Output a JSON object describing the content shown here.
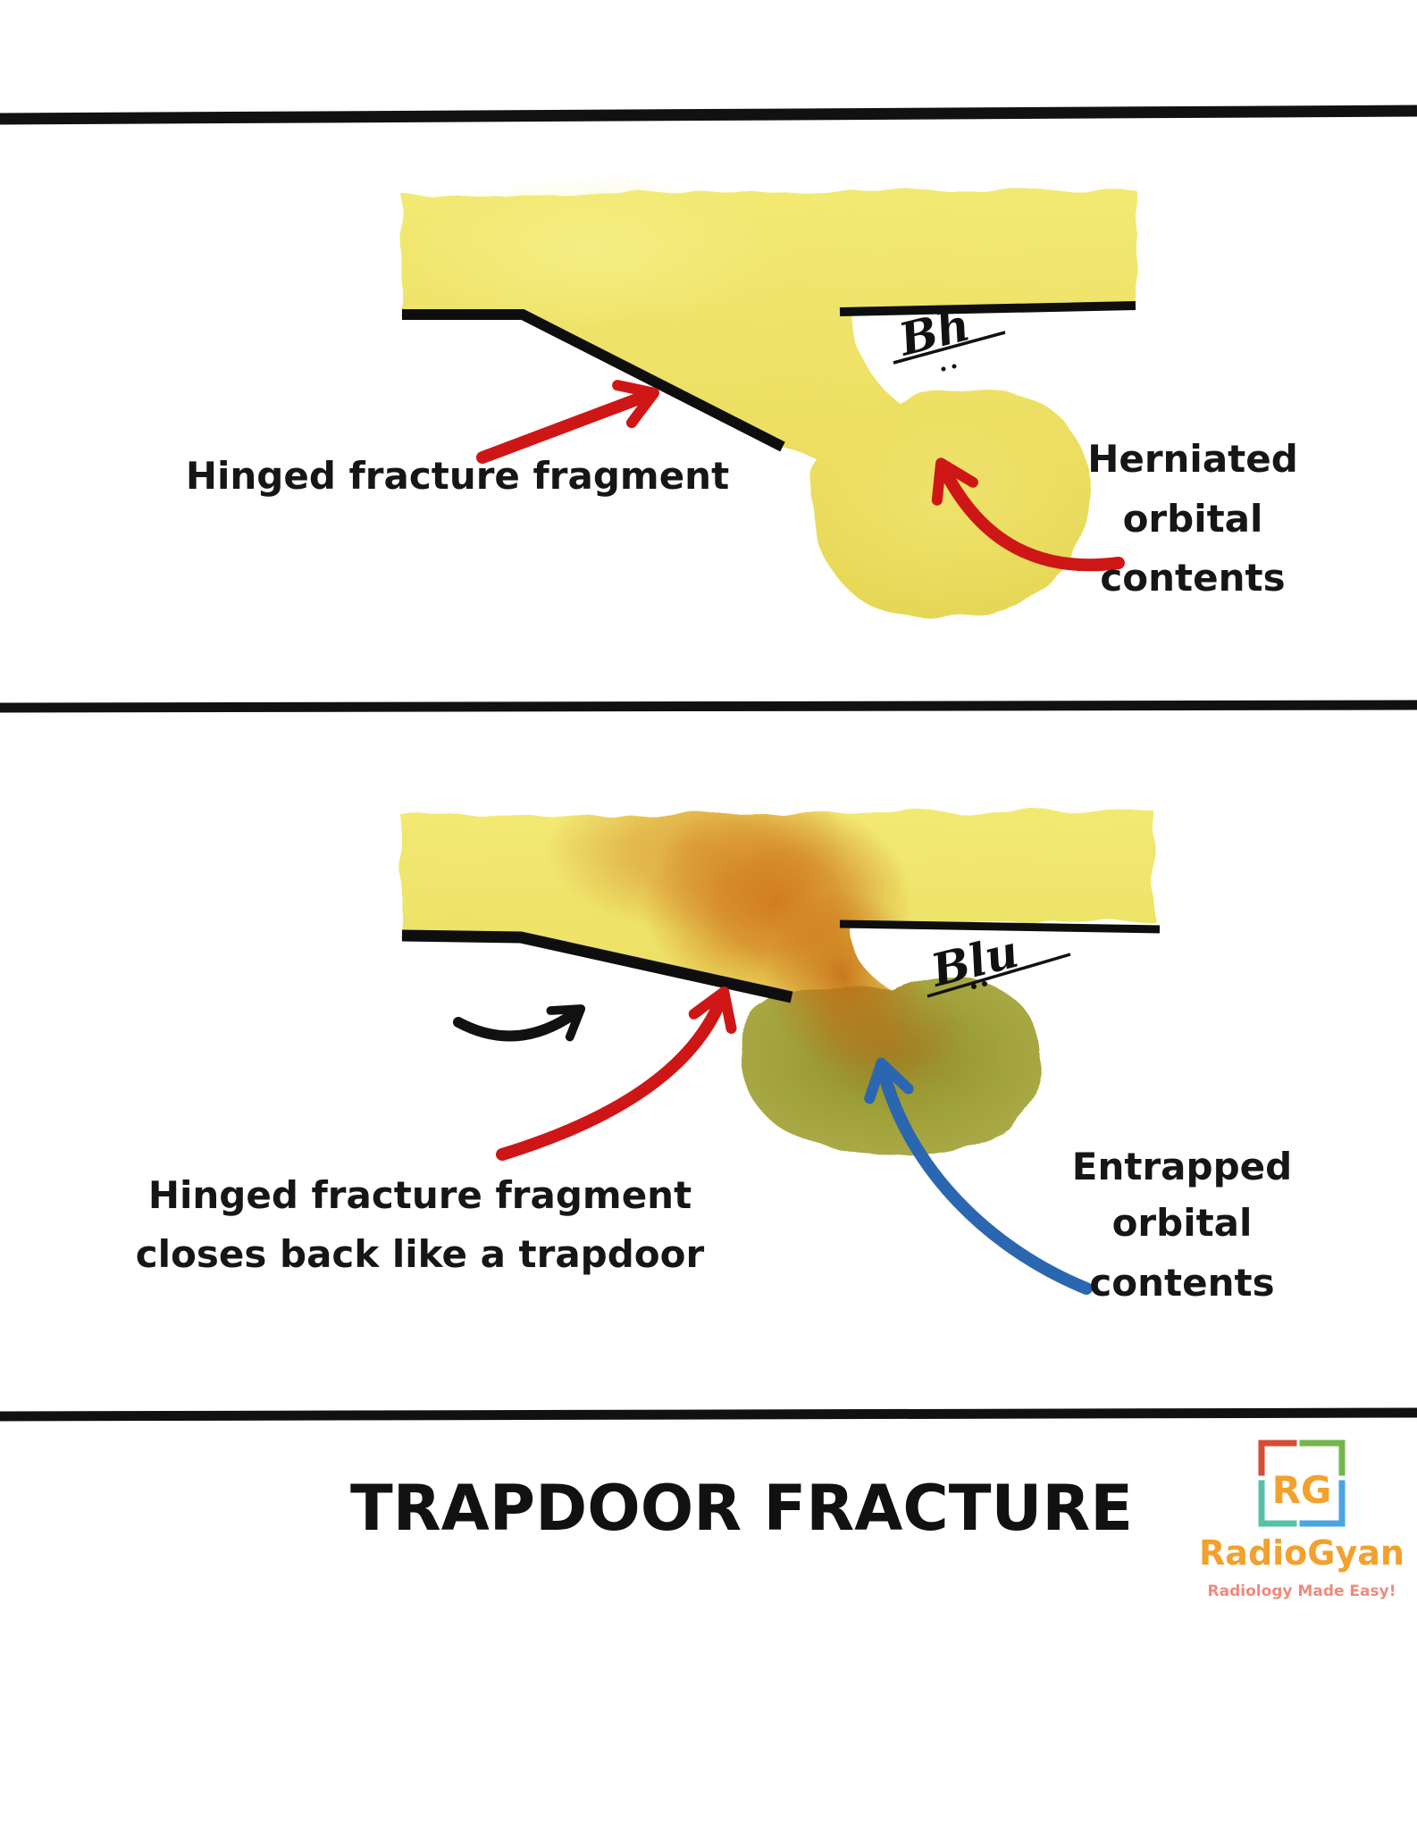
{
  "panel1": {
    "label_fragment": "Hinged fracture fragment",
    "label_herniated_line1": "Herniated",
    "label_herniated_line2": "orbital",
    "label_herniated_line3": "contents",
    "signature": "Bh"
  },
  "panel2": {
    "label_fragment_line1": "Hinged fracture fragment",
    "label_fragment_line2": "closes back like a trapdoor",
    "label_entrapped_line1": "Entrapped",
    "label_entrapped_line2": "orbital",
    "label_entrapped_line3": "contents",
    "signature": "Blu"
  },
  "footer": {
    "title": "TRAPDOOR FRACTURE",
    "logo": {
      "monogram": "RG",
      "name": "RadioGyan",
      "tagline": "Radiology Made Easy!"
    }
  },
  "colors": {
    "bone_yellow": "#ecdf63",
    "arrow_red": "#cf1616",
    "arrow_blue": "#2b66b0",
    "line_black": "#111111",
    "entrapped_olive": "#a2a33c",
    "bruise_orange": "#d0791b",
    "text_black": "#161616",
    "logo_red": "#d64d35",
    "logo_green": "#74b64a",
    "logo_teal": "#57c1a6",
    "logo_blue": "#49a5e2",
    "logo_orange": "#f2a12d",
    "logo_coral": "#ee8b7e"
  }
}
